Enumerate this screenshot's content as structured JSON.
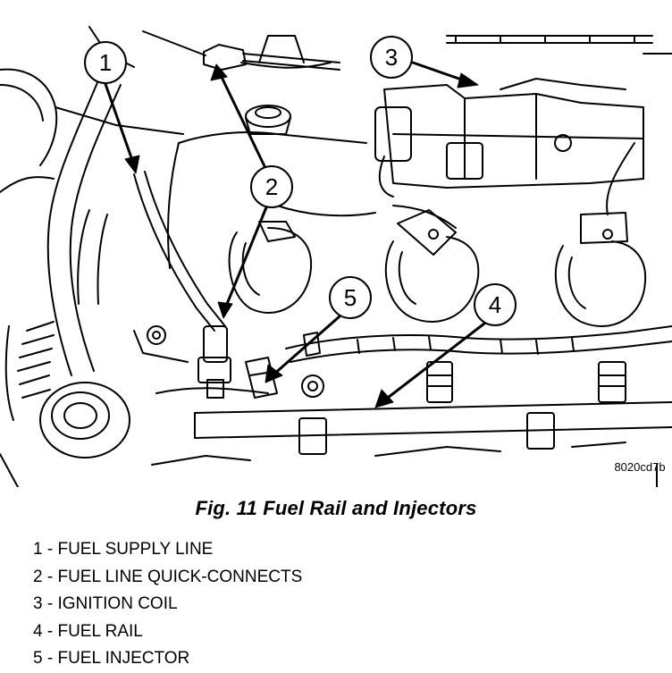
{
  "figure": {
    "code": "8020cd7b",
    "caption": "Fig. 11 Fuel Rail and Injectors"
  },
  "callouts": [
    {
      "number": "1"
    },
    {
      "number": "2"
    },
    {
      "number": "3"
    },
    {
      "number": "4"
    },
    {
      "number": "5"
    }
  ],
  "legend": [
    {
      "number": "1",
      "label": "FUEL SUPPLY LINE"
    },
    {
      "number": "2",
      "label": "FUEL LINE QUICK-CONNECTS"
    },
    {
      "number": "3",
      "label": "IGNITION COIL"
    },
    {
      "number": "4",
      "label": "FUEL RAIL"
    },
    {
      "number": "5",
      "label": "FUEL INJECTOR"
    }
  ],
  "colors": {
    "ink": "#000000",
    "paper": "#ffffff"
  }
}
